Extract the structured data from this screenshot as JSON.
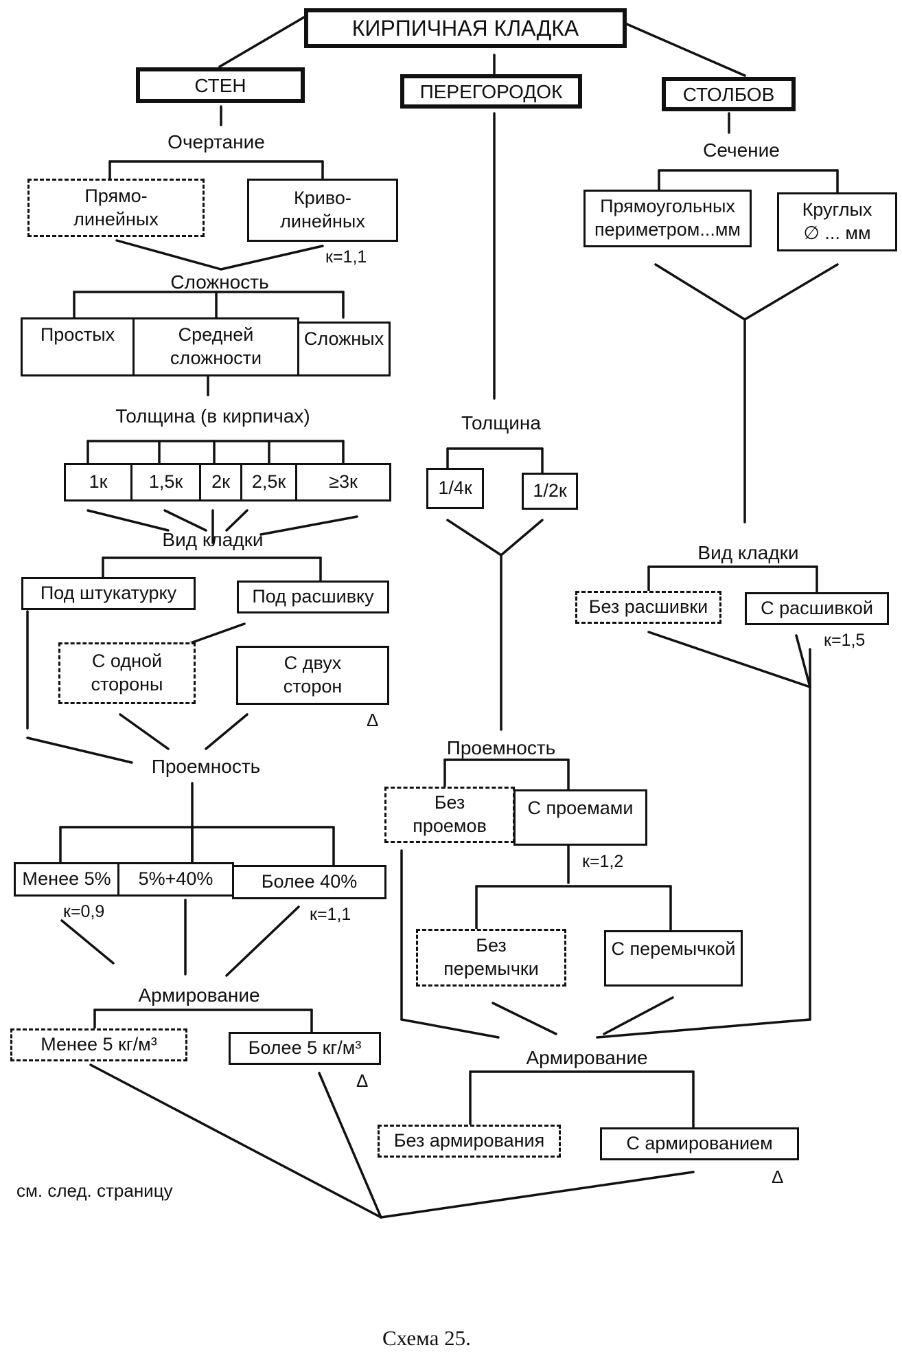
{
  "root": "КИРПИЧНАЯ КЛАДКА",
  "walls": {
    "title": "СТЕН",
    "outline_label": "Очертание",
    "outline_straight": "Прямо-\nлинейных",
    "outline_curved": "Криво-\nлинейных",
    "k_curved": "к=1,1",
    "complexity_label": "Сложность",
    "complexity_simple": "Простых",
    "complexity_medium": "Средней\nсложности",
    "complexity_complex": "Сложных",
    "thickness_label": "Толщина (в кирпичах)",
    "thickness_values": [
      "1к",
      "1,5к",
      "2к",
      "2,5к",
      "≥3к"
    ],
    "masonry_label": "Вид кладки",
    "masonry_plaster": "Под штукатурку",
    "masonry_pointing": "Под расшивку",
    "side_one": "С одной\nстороны",
    "side_two": "С двух\nсторон",
    "delta_1": "Δ",
    "openness_label": "Проемность",
    "open_less": "Менее 5%",
    "open_mid": "5%+40%",
    "open_more": "Более 40%",
    "k_less": "к=0,9",
    "k_more": "к=1,1",
    "reinf_label": "Армирование",
    "reinf_less": "Менее 5 кг/м³",
    "reinf_more": "Более 5 кг/м³",
    "delta_2": "Δ"
  },
  "partitions": {
    "title": "ПЕРЕГОРОДОК",
    "thickness_label": "Толщина",
    "thick_quarter": "1/4к",
    "thick_half": "1/2к",
    "openness_label": "Проемность",
    "no_openings": "Без\nпроемов",
    "with_openings": "С проемами",
    "k_openings": "к=1,2",
    "no_lintel": "Без\nперемычки",
    "with_lintel": "С перемычкой",
    "reinf_label": "Армирование",
    "no_reinf": "Без армирования",
    "with_reinf": "С армированием",
    "delta": "Δ"
  },
  "columns": {
    "title": "СТОЛБОВ",
    "section_label": "Сечение",
    "rect": "Прямоугольных\nпериметром...мм",
    "round": "Круглых\n∅ ... мм",
    "masonry_label": "Вид кладки",
    "no_pointing": "Без расшивки",
    "with_pointing": "С расшивкой",
    "k_pointing": "к=1,5"
  },
  "footer_note": "см. след. страницу",
  "caption": "Схема 25."
}
